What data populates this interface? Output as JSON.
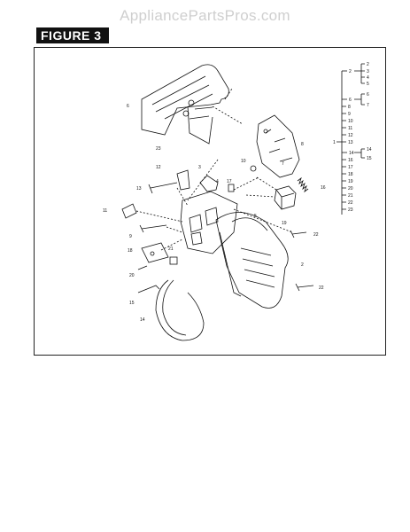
{
  "watermark": "AppliancePartsPros.com",
  "figure_label": "FIGURE 3",
  "tree": {
    "root": "1",
    "groups": [
      {
        "label": "2",
        "children": [
          "2",
          "3",
          "4",
          "5"
        ]
      },
      {
        "label": "6",
        "children": [
          "6",
          "7"
        ]
      },
      {
        "label": "14",
        "children": [
          "14",
          "15"
        ]
      }
    ],
    "items": [
      "8",
      "9",
      "10",
      "11",
      "12",
      "13",
      "16",
      "17",
      "18",
      "19",
      "20",
      "21",
      "22",
      "23"
    ]
  },
  "callouts": {
    "c6": "6",
    "c23": "23",
    "c8": "8",
    "c12": "12",
    "c3": "3",
    "c10": "10",
    "c13": "13",
    "c4": "4",
    "c17": "17",
    "c16": "16",
    "c5": "5",
    "c11": "11",
    "c19": "19",
    "c9": "9",
    "c22a": "22",
    "c18": "18",
    "c21": "21",
    "c2": "2",
    "c20": "20",
    "c15": "15",
    "c22b": "22",
    "c14": "14",
    "c7": "7"
  },
  "colors": {
    "ink": "#111111",
    "frame": "#222222",
    "label_bg": "#111111",
    "watermark": "#cfcfcf"
  }
}
